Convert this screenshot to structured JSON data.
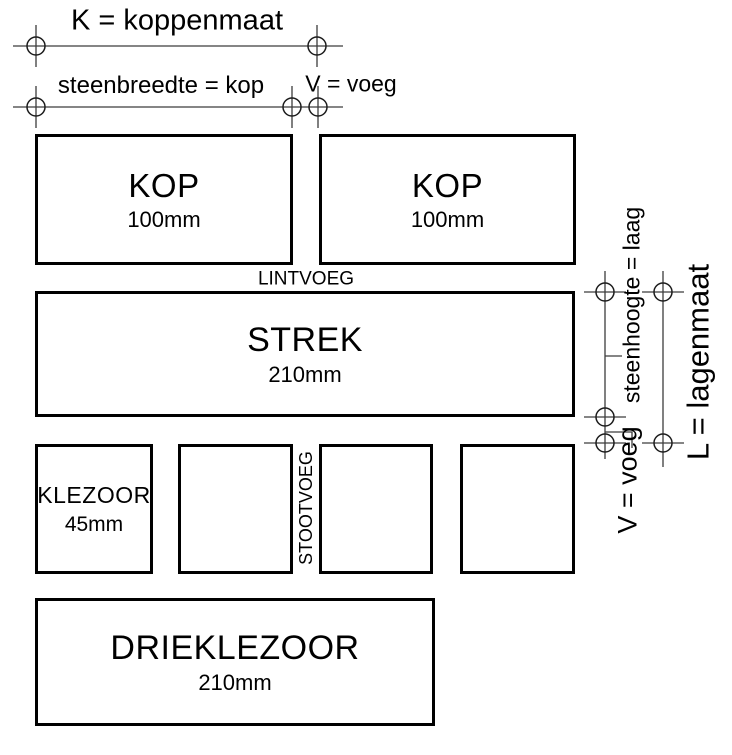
{
  "colors": {
    "line": "#000000",
    "background": "#ffffff"
  },
  "dimensions": {
    "koppenmaat": "K = koppenmaat",
    "steenbreedte": "steenbreedte = kop",
    "voeg_top": "V = voeg",
    "steenhoogte": "steenhoogte = laag",
    "voeg_right": "V = voeg",
    "lagenmaat": "L = lagenmaat"
  },
  "joints": {
    "lintvoeg": "LINTVOEG",
    "stootvoeg": "STOOTVOEG"
  },
  "bricks": {
    "kop1": {
      "label": "KOP",
      "size": "100mm"
    },
    "kop2": {
      "label": "KOP",
      "size": "100mm"
    },
    "strek": {
      "label": "STREK",
      "size": "210mm"
    },
    "klezoor": {
      "label": "KLEZOOR",
      "size": "45mm"
    },
    "drieklezoor": {
      "label": "DRIEKLEZOOR",
      "size": "210mm"
    }
  }
}
